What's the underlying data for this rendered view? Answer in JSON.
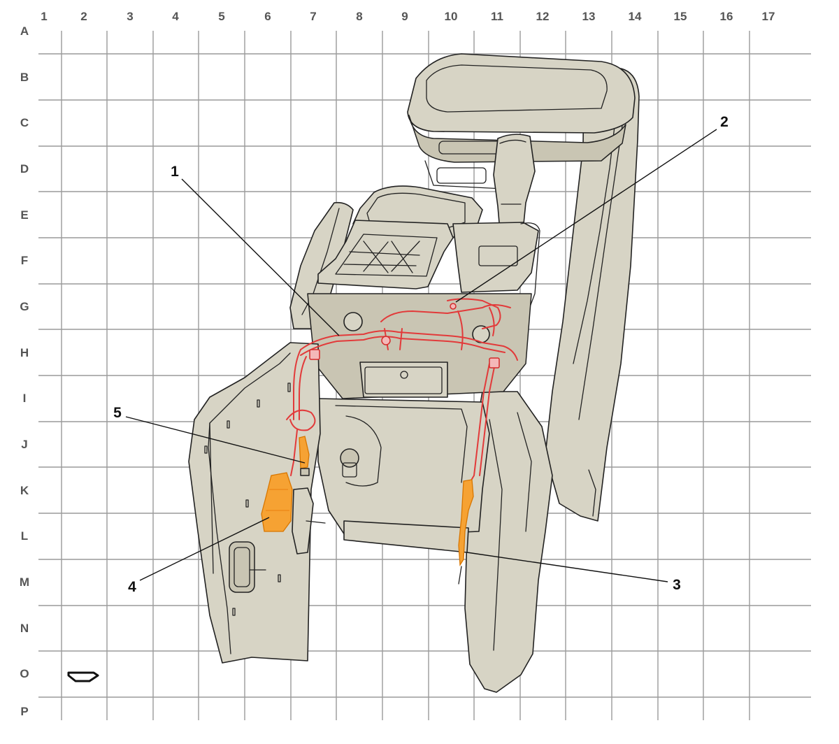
{
  "grid": {
    "columns": [
      "1",
      "2",
      "3",
      "4",
      "5",
      "6",
      "7",
      "8",
      "9",
      "10",
      "11",
      "12",
      "13",
      "14",
      "15",
      "16",
      "17"
    ],
    "rows": [
      "A",
      "B",
      "C",
      "D",
      "E",
      "F",
      "G",
      "H",
      "I",
      "J",
      "K",
      "L",
      "M",
      "N",
      "O",
      "P"
    ]
  },
  "callouts": [
    {
      "id": "1",
      "label": "1"
    },
    {
      "id": "2",
      "label": "2"
    },
    {
      "id": "3",
      "label": "3"
    },
    {
      "id": "4",
      "label": "4"
    },
    {
      "id": "5",
      "label": "5"
    }
  ],
  "icons": {
    "view_direction": "view-direction-arrow-icon"
  },
  "colors": {
    "housing": "#d7d4c5",
    "outline": "#222222",
    "harness": "#e23a3a",
    "highlighted_component": "#f6a233",
    "grid": "#9a9a9a"
  }
}
